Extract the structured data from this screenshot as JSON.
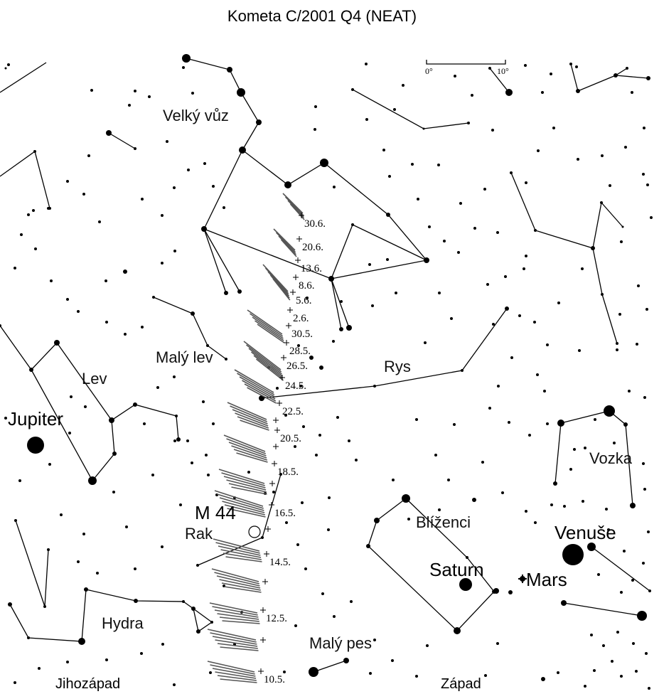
{
  "title": "Kometa C/2001 Q4 (NEAT)",
  "scale_bar": {
    "start_label": "0°",
    "end_label": "10°"
  },
  "constellation_labels": [
    {
      "id": "velky-vuz",
      "text": "Velký vůz"
    },
    {
      "id": "maly-lev",
      "text": "Malý lev"
    },
    {
      "id": "lev",
      "text": "Lev"
    },
    {
      "id": "rys",
      "text": "Rys"
    },
    {
      "id": "vozka",
      "text": "Vozka"
    },
    {
      "id": "blizenci",
      "text": "Blíženci"
    },
    {
      "id": "rak",
      "text": "Rak"
    },
    {
      "id": "hydra",
      "text": "Hydra"
    },
    {
      "id": "maly-pes",
      "text": "Malý pes"
    }
  ],
  "object_labels": [
    {
      "id": "jupiter",
      "text": "Jupiter"
    },
    {
      "id": "venuse",
      "text": "Venuše"
    },
    {
      "id": "saturn",
      "text": "Saturn"
    },
    {
      "id": "mars",
      "text": "Mars"
    },
    {
      "id": "m44",
      "text": "M 44"
    }
  ],
  "direction_labels": [
    {
      "id": "jihozapad",
      "text": "Jihozápad"
    },
    {
      "id": "zapad",
      "text": "Západ"
    }
  ],
  "comet_dates": [
    "30.6.",
    "20.6.",
    "13.6.",
    "8.6.",
    "5.6.",
    "2.6.",
    "30.5.",
    "28.5.",
    "26.5.",
    "24.5.",
    "22.5.",
    "20.5.",
    "18.5.",
    "16.5.",
    "14.5.",
    "12.5.",
    "10.5."
  ]
}
